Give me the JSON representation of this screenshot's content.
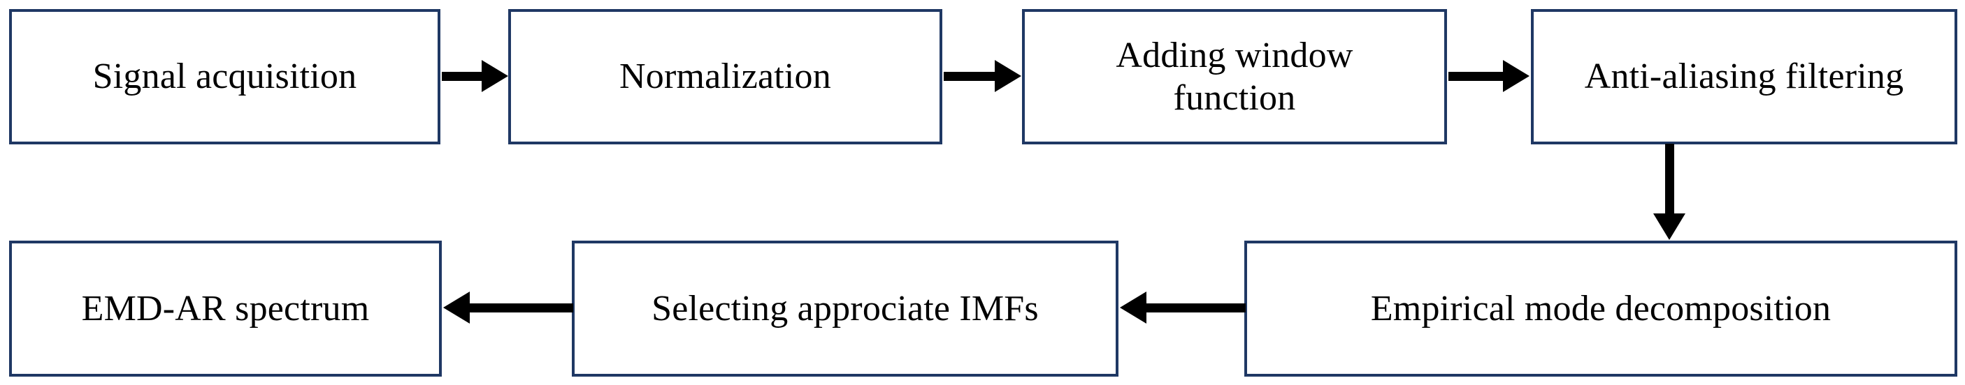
{
  "diagram": {
    "title_visible": false,
    "colors": {
      "box_border": "#1F3864",
      "box_fill": "#FFFFFF",
      "arrow": "#000000",
      "text": "#000000",
      "background": "#FFFFFF"
    },
    "rows": [
      {
        "index": 0,
        "nodes": [
          {
            "id": "signal-acquisition",
            "label": "Signal acquisition"
          },
          {
            "id": "normalization",
            "label": "Normalization"
          },
          {
            "id": "adding-window-function",
            "label": "Adding window\nfunction"
          },
          {
            "id": "anti-aliasing-filtering",
            "label": "Anti-aliasing filtering"
          }
        ]
      },
      {
        "index": 1,
        "nodes": [
          {
            "id": "emd-ar-spectrum",
            "label": "EMD-AR spectrum"
          },
          {
            "id": "selecting-approciate-imfs",
            "label": "Selecting approciate IMFs"
          },
          {
            "id": "empirical-mode-decomposition",
            "label": "Empirical mode decomposition"
          }
        ]
      }
    ],
    "edges": [
      {
        "id": "edge-1",
        "from": "signal-acquisition",
        "to": "normalization",
        "direction": "right"
      },
      {
        "id": "edge-2",
        "from": "normalization",
        "to": "adding-window-function",
        "direction": "right"
      },
      {
        "id": "edge-3",
        "from": "adding-window-function",
        "to": "anti-aliasing-filtering",
        "direction": "right"
      },
      {
        "id": "edge-4",
        "from": "anti-aliasing-filtering",
        "to": "empirical-mode-decomposition",
        "direction": "down"
      },
      {
        "id": "edge-5",
        "from": "empirical-mode-decomposition",
        "to": "selecting-approciate-imfs",
        "direction": "left"
      },
      {
        "id": "edge-6",
        "from": "selecting-approciate-imfs",
        "to": "emd-ar-spectrum",
        "direction": "left"
      }
    ]
  }
}
